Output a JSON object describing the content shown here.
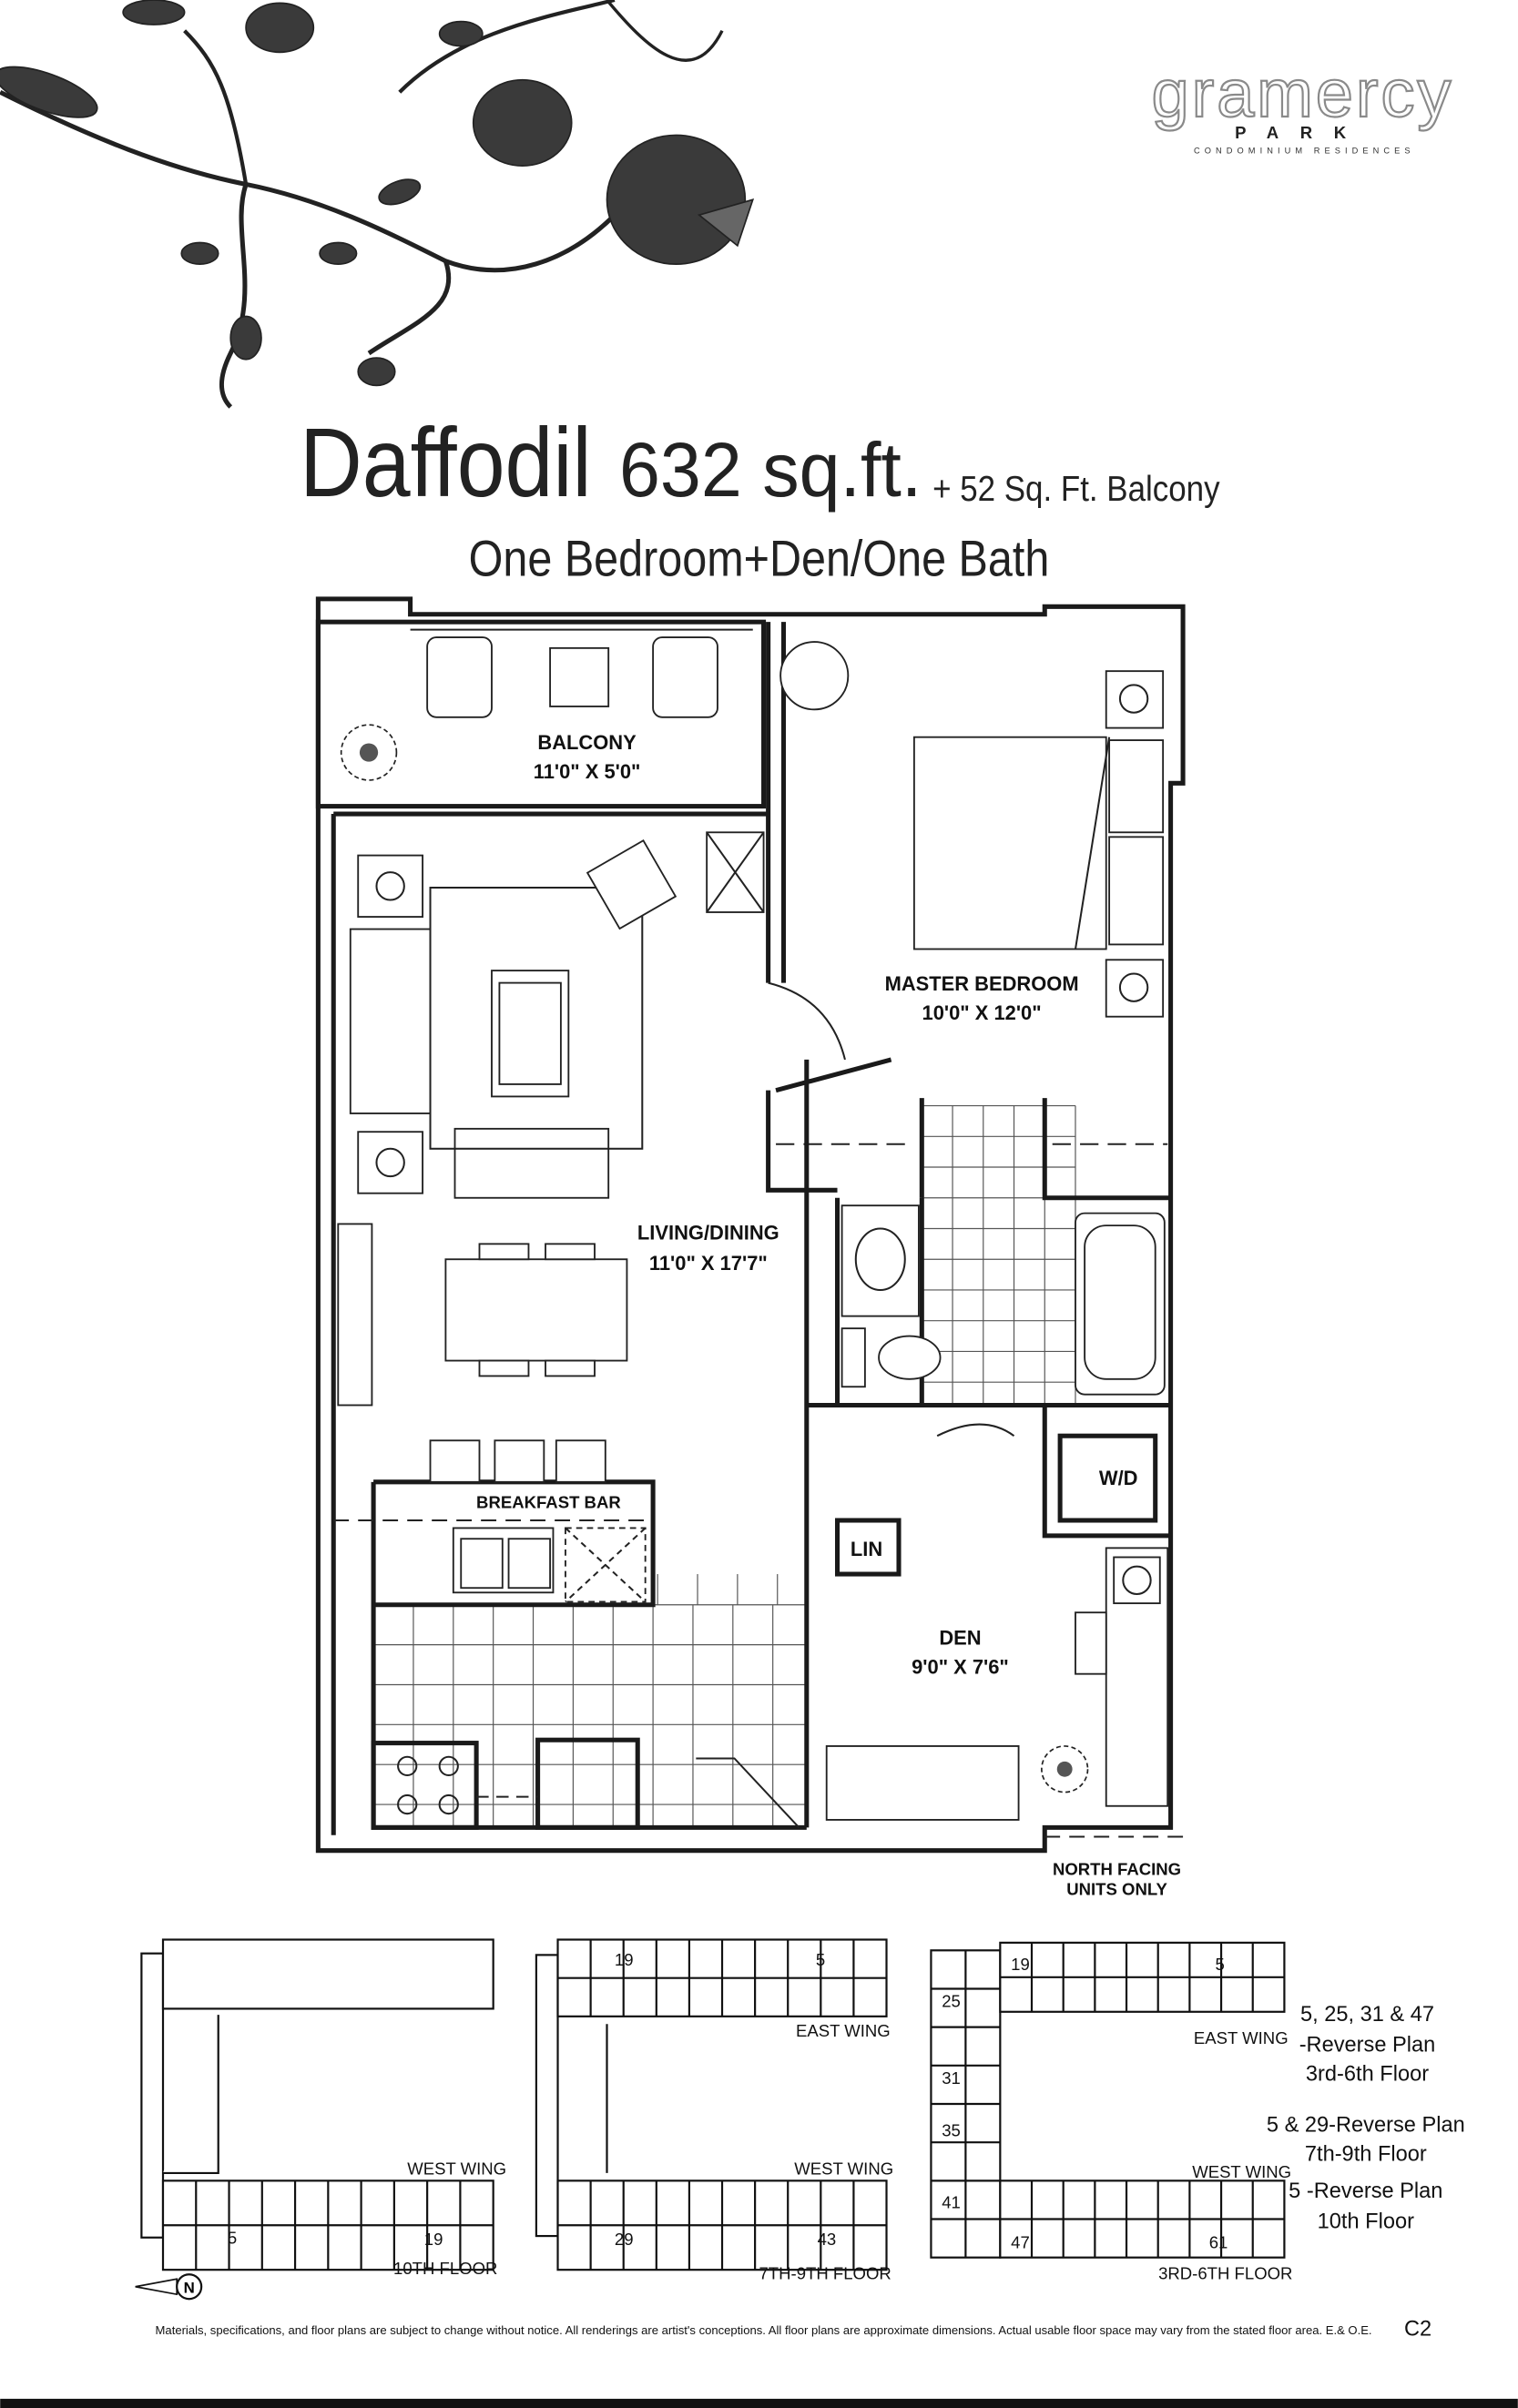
{
  "brand": {
    "logo_word": "gramercy",
    "logo_park": "PARK",
    "logo_tagline": "CONDOMINIUM RESIDENCES"
  },
  "header": {
    "unit_name": "Daffodil",
    "area": "632 sq.ft.",
    "balcony_area": "+ 52 Sq. Ft. Balcony",
    "subtitle": "One Bedroom+Den/One Bath"
  },
  "rooms": {
    "balcony": {
      "name": "BALCONY",
      "size": "11'0\" X 5'0\""
    },
    "master_bedroom": {
      "name": "MASTER BEDROOM",
      "size": "10'0\" X 12'0\""
    },
    "living_dining": {
      "name": "LIVING/DINING",
      "size": "11'0\" X 17'7\""
    },
    "breakfast_bar": "BREAKFAST BAR",
    "washer_dryer": "W/D",
    "linen": "LIN",
    "den": {
      "name": "DEN",
      "size": "9'0\" X 7'6\""
    },
    "north_facing_1": "NORTH FACING",
    "north_facing_2": "UNITS ONLY"
  },
  "key_plans": [
    {
      "floor": "10TH FLOOR",
      "west_wing": "WEST WING",
      "units": [
        "5",
        "19"
      ]
    },
    {
      "floor": "7TH-9TH FLOOR",
      "east_wing": "EAST WING",
      "west_wing": "WEST WING",
      "units": [
        "19",
        "5",
        "29",
        "43"
      ]
    },
    {
      "floor": "3RD-6TH FLOOR",
      "east_wing": "EAST WING",
      "west_wing": "WEST WING",
      "units": [
        "19",
        "5",
        "25",
        "31",
        "35",
        "41",
        "47",
        "61"
      ]
    }
  ],
  "notes": [
    [
      "5, 25, 31 & 47",
      "-Reverse Plan",
      "3rd-6th Floor"
    ],
    [
      "5 & 29-Reverse Plan",
      "7th-9th Floor"
    ],
    [
      "5 -Reverse Plan",
      "10th Floor"
    ]
  ],
  "north_label": "N",
  "footer": {
    "disclaimer": "Materials, specifications, and floor plans are subject to change without notice. All renderings are artist's conceptions. All floor plans are approximate dimensions. Actual usable floor space may vary from the stated floor area. E.& O.E.",
    "page_code": "C2"
  }
}
